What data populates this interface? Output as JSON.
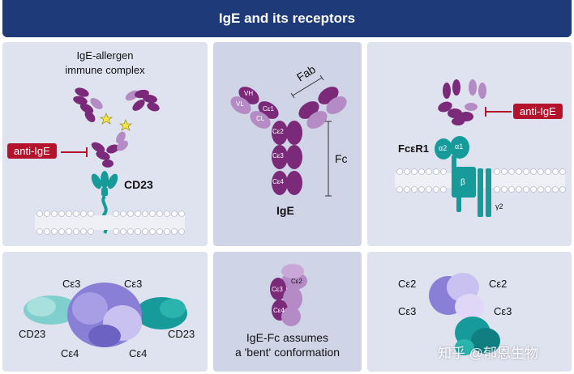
{
  "header": {
    "title": "IgE and its receptors"
  },
  "panels": {
    "top_left": {
      "caption_line1": "IgE-allergen",
      "caption_line2": "immune complex",
      "anti_label": "anti-IgE",
      "receptor_label": "CD23"
    },
    "top_center": {
      "fab_label": "Fab",
      "fc_label": "Fc",
      "ige_label": "IgE",
      "domains": {
        "vh": "VH",
        "vl": "VL",
        "ch1": "Cε1",
        "cl": "CL",
        "ce2": "Cε2",
        "ce3": "Cε3",
        "ce4": "Cε4"
      }
    },
    "top_right": {
      "anti_label": "anti-IgE",
      "receptor_label": "FcεR1",
      "alpha1": "α1",
      "alpha2": "α2",
      "beta": "β",
      "gamma2": "γ2"
    },
    "bottom_left": {
      "labels": {
        "ce3_left": "Cε3",
        "ce3_right": "Cε3",
        "cd23_left": "CD23",
        "cd23_right": "CD23",
        "ce4_left": "Cε4",
        "ce4_right": "Cε4"
      }
    },
    "bottom_center": {
      "domains": {
        "ce2": "Cε2",
        "ce3": "Cε3",
        "ce4": "Cε4"
      },
      "caption_line1": "IgE-Fc assumes",
      "caption_line2": "a 'bent' conformation"
    },
    "bottom_right": {
      "labels": {
        "ce2_left": "Cε2",
        "ce2_right": "Cε2",
        "ce3_left": "Cε3",
        "ce3_right": "Cε3"
      }
    }
  },
  "watermark": {
    "text": "知乎 @郁恩生物"
  },
  "colors": {
    "header": "#1e3a78",
    "panel": "#dfe3ef",
    "panel_center": "#cfd5e7",
    "ige_dark": "#7b2a7a",
    "ige_light": "#b48bc4",
    "receptor_teal": "#169a9a",
    "anti_red": "#b5122d"
  }
}
